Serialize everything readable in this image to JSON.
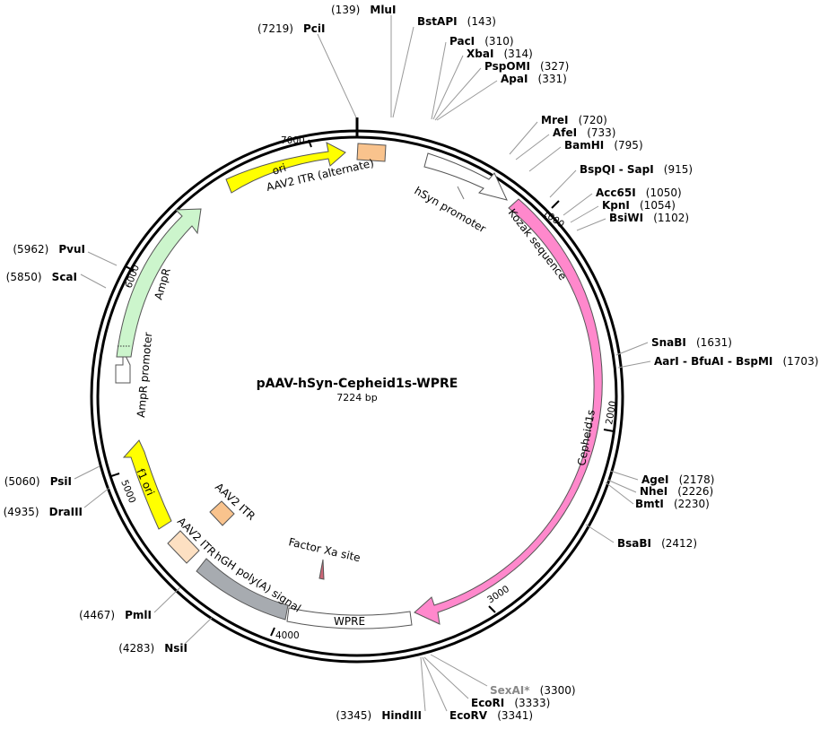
{
  "plasmid": {
    "name": "pAAV-hSyn-Cepheid1s-WPRE",
    "size_label": "7224 bp",
    "length": 7224
  },
  "tick_labels": [
    "1000",
    "2000",
    "3000",
    "4000",
    "5000",
    "6000",
    "7000"
  ],
  "enzymes": [
    {
      "name": "MluI",
      "pos": "(139)"
    },
    {
      "name": "BstAPI",
      "pos": "(143)"
    },
    {
      "name": "PciI",
      "pos": "(7219)"
    },
    {
      "name": "PacI",
      "pos": "(310)"
    },
    {
      "name": "XbaI",
      "pos": "(314)"
    },
    {
      "name": "PspOMI",
      "pos": "(327)"
    },
    {
      "name": "ApaI",
      "pos": "(331)"
    },
    {
      "name": "MreI",
      "pos": "(720)"
    },
    {
      "name": "AfeI",
      "pos": "(733)"
    },
    {
      "name": "BamHI",
      "pos": "(795)"
    },
    {
      "name": "BspQI - SapI",
      "pos": "(915)"
    },
    {
      "name": "Acc65I",
      "pos": "(1050)"
    },
    {
      "name": "KpnI",
      "pos": "(1054)"
    },
    {
      "name": "BsiWI",
      "pos": "(1102)"
    },
    {
      "name": "SnaBI",
      "pos": "(1631)"
    },
    {
      "name": "AarI - BfuAI - BspMI",
      "pos": "(1703)"
    },
    {
      "name": "AgeI",
      "pos": "(2178)"
    },
    {
      "name": "NheI",
      "pos": "(2226)"
    },
    {
      "name": "BmtI",
      "pos": "(2230)"
    },
    {
      "name": "BsaBI",
      "pos": "(2412)"
    },
    {
      "name": "SexAI*",
      "pos": "(3300)",
      "color": "#888888"
    },
    {
      "name": "EcoRI",
      "pos": "(3333)"
    },
    {
      "name": "EcoRV",
      "pos": "(3341)"
    },
    {
      "name": "HindIII",
      "pos": "(3345)"
    },
    {
      "name": "NsiI",
      "pos": "(4283)"
    },
    {
      "name": "PmlI",
      "pos": "(4467)"
    },
    {
      "name": "DraIII",
      "pos": "(4935)"
    },
    {
      "name": "PsiI",
      "pos": "(5060)"
    },
    {
      "name": "ScaI",
      "pos": "(5850)"
    },
    {
      "name": "PvuI",
      "pos": "(5962)"
    }
  ],
  "features": [
    {
      "name": "AAV2 ITR (alternate)",
      "color": "#f9c38d"
    },
    {
      "name": "ori",
      "color": "#ffff00"
    },
    {
      "name": "hSyn promoter",
      "color": "#ffffff"
    },
    {
      "name": "Kozak sequence",
      "color": "#ff88cc"
    },
    {
      "name": "Cepheid1s",
      "color": "#ff88cc"
    },
    {
      "name": "WPRE",
      "color": "#ffffff"
    },
    {
      "name": "Factor Xa site",
      "color": "#cc6677"
    },
    {
      "name": "hGH poly(A) signal",
      "color": "#a7abb0"
    },
    {
      "name": "AAV2 ITR",
      "color": "#f9c38d"
    },
    {
      "name": "AAV2 ITR",
      "color": "#fde0c2"
    },
    {
      "name": "f1 ori",
      "color": "#ffff00"
    },
    {
      "name": "AmpR promoter",
      "color": "#ffffff"
    },
    {
      "name": "AmpR",
      "color": "#ccf5cc"
    }
  ]
}
